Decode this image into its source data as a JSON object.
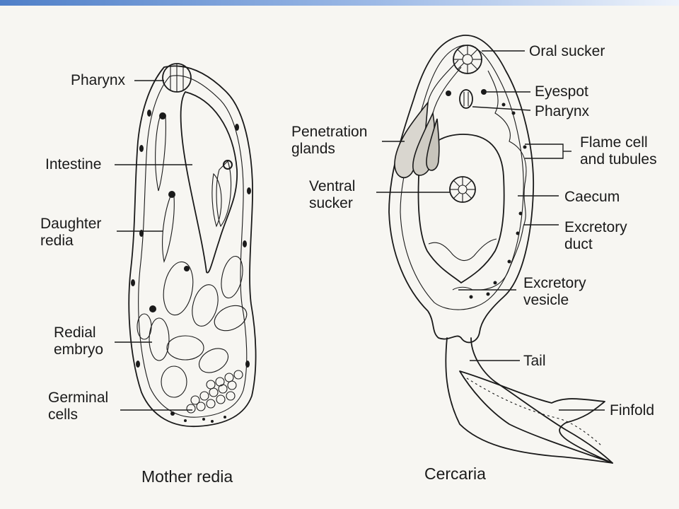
{
  "mother_redia": {
    "caption": "Mother redia",
    "labels": {
      "pharynx": "Pharynx",
      "intestine": "Intestine",
      "daughter_redia": "Daughter\nredia",
      "redial_embryo": "Redial\nembryo",
      "germinal_cells": "Germinal\ncells"
    }
  },
  "cercaria": {
    "caption": "Cercaria",
    "labels": {
      "oral_sucker": "Oral sucker",
      "eyespot": "Eyespot",
      "pharynx": "Pharynx",
      "penetration_glands": "Penetration\nglands",
      "flame_cell": "Flame cell\nand tubules",
      "ventral_sucker": "Ventral\nsucker",
      "caecum": "Caecum",
      "excretory_duct": "Excretory\nduct",
      "excretory_vesicle": "Excretory\nvesicle",
      "tail": "Tail",
      "finfold": "Finfold"
    }
  },
  "colors": {
    "ink": "#1a1a1a",
    "paper": "#f7f6f2",
    "top_bar": "#4f7fc8"
  }
}
